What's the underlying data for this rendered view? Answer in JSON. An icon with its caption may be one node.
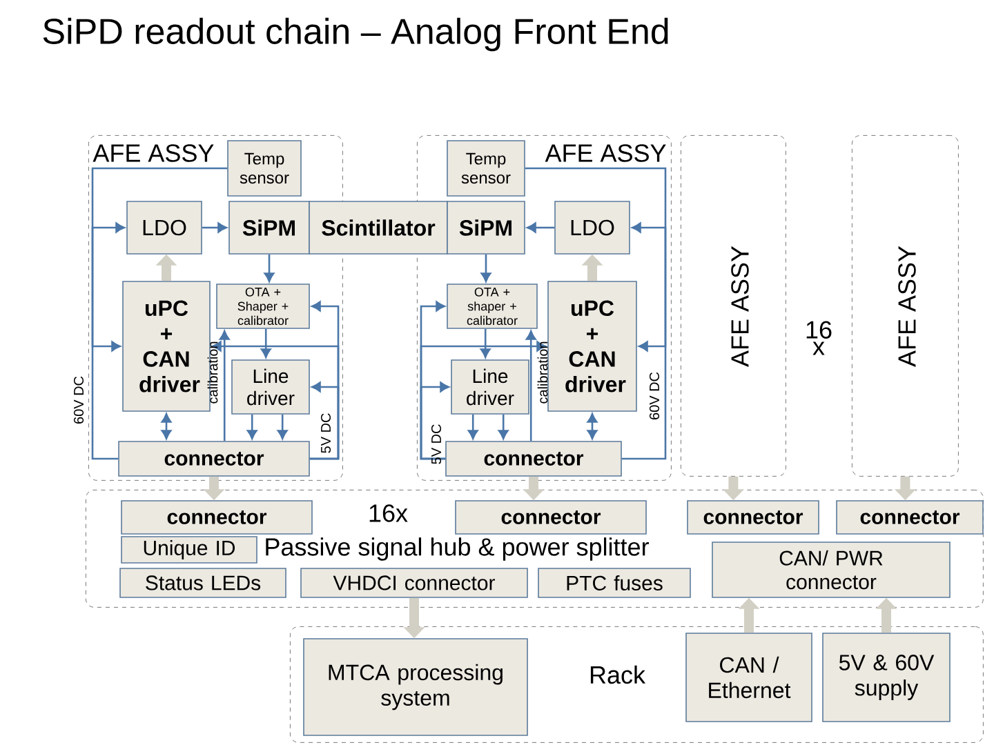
{
  "diagram": {
    "title": "SiPD readout chain – Analog Front End",
    "nodes": [
      {
        "text": [
          "AFE ASSY"
        ]
      },
      {
        "text": [
          "Temp sensor"
        ],
        "in": 0
      },
      {
        "text": [
          "LDO"
        ],
        "in": 0
      },
      {
        "text": [
          "SiPM"
        ],
        "in": 0
      },
      {
        "text": [
          "Scintillator"
        ]
      },
      {
        "text": [
          "SiPM"
        ],
        "in": 11
      },
      {
        "text": [
          "LDO"
        ],
        "in": 11
      },
      {
        "text": [
          "uPC + CAN driver"
        ],
        "in": 0
      },
      {
        "text": [
          "OTA + Shaper + calibrator"
        ],
        "in": 0
      },
      {
        "text": [
          "Line driver"
        ],
        "in": 0
      },
      {
        "text": [
          "connector"
        ],
        "in": 0
      },
      {
        "text": [
          "AFE ASSY"
        ]
      },
      {
        "text": [
          "Temp sensor"
        ],
        "in": 11
      },
      {
        "text": [
          "OTA + shaper + calibrator"
        ],
        "in": 11
      },
      {
        "text": [
          "Line driver"
        ],
        "in": 11
      },
      {
        "text": [
          "uPC + CAN driver"
        ],
        "in": 11
      },
      {
        "text": [
          "connector"
        ],
        "in": 11
      },
      {
        "text": [
          "AFE ASSY"
        ]
      },
      {
        "text": [
          "AFE ASSY"
        ]
      },
      {
        "text": [
          "Passive signal hub & power splitter"
        ]
      },
      {
        "text": [
          "connector"
        ],
        "in": 19
      },
      {
        "text": [
          "connector"
        ],
        "in": 19
      },
      {
        "text": [
          "connector"
        ],
        "in": 19
      },
      {
        "text": [
          "connector"
        ],
        "in": 19
      },
      {
        "text": [
          "Unique ID"
        ],
        "in": 19
      },
      {
        "text": [
          "Status LEDs"
        ],
        "in": 19
      },
      {
        "text": [
          "VHDCI connector"
        ],
        "in": 19
      },
      {
        "text": [
          "PTC fuses"
        ],
        "in": 19
      },
      {
        "text": [
          "CAN/ PWR connector"
        ],
        "in": 19
      },
      {
        "text": [
          "Rack"
        ]
      },
      {
        "text": [
          "MTCA processing system"
        ],
        "in": 29
      },
      {
        "text": [
          "CAN / Ethernet"
        ],
        "in": 29
      },
      {
        "text": [
          "5V & 60V supply"
        ],
        "in": 29
      }
    ],
    "edges": [
      {
        "from": 2,
        "to": 3,
        "arrow": "to"
      },
      {
        "from": 7,
        "to": 2,
        "arrow": "to",
        "style": "thick",
        "color": "#d2cfc4"
      },
      {
        "from": 3,
        "to": 8,
        "arrow": "to"
      },
      {
        "from": 8,
        "to": 9,
        "arrow": "to"
      },
      {
        "from": 9,
        "to": 10,
        "arrow": "to"
      },
      {
        "from": 9,
        "to": 10,
        "arrow": "to"
      },
      {
        "from": 7,
        "to": 10,
        "arrow": "both"
      },
      {
        "from": 10,
        "to": 8,
        "arrow": "to"
      },
      {
        "from": 10,
        "to": 8,
        "arrow": "to"
      },
      {
        "from": 10,
        "to": 9,
        "arrow": "to"
      },
      {
        "from": 10,
        "to": 7,
        "arrow": "to"
      },
      {
        "from": 10,
        "to": 2,
        "arrow": "to"
      },
      {
        "from": 1,
        "to": 7,
        "arrow": "to"
      },
      {
        "from": 6,
        "to": 5,
        "arrow": "to"
      },
      {
        "from": 15,
        "to": 6,
        "arrow": "to",
        "style": "thick",
        "color": "#d2cfc4"
      },
      {
        "from": 5,
        "to": 13,
        "arrow": "to"
      },
      {
        "from": 13,
        "to": 14,
        "arrow": "to"
      },
      {
        "from": 14,
        "to": 16,
        "arrow": "to"
      },
      {
        "from": 14,
        "to": 16,
        "arrow": "to"
      },
      {
        "from": 15,
        "to": 16,
        "arrow": "both"
      },
      {
        "from": 16,
        "to": 13,
        "arrow": "to"
      },
      {
        "from": 16,
        "to": 13,
        "arrow": "to"
      },
      {
        "from": 16,
        "to": 14,
        "arrow": "to"
      },
      {
        "from": 16,
        "to": 15,
        "arrow": "to"
      },
      {
        "from": 16,
        "to": 6,
        "arrow": "to"
      },
      {
        "from": 12,
        "to": 15,
        "arrow": "to"
      },
      {
        "from": 10,
        "to": 20,
        "arrow": "to",
        "style": "thick",
        "color": "#d2cfc4"
      },
      {
        "from": 16,
        "to": 21,
        "arrow": "to",
        "style": "thick",
        "color": "#d2cfc4"
      },
      {
        "from": 17,
        "to": 22,
        "arrow": "to",
        "style": "thick",
        "color": "#d2cfc4"
      },
      {
        "from": 18,
        "to": 23,
        "arrow": "to",
        "style": "thick",
        "color": "#d2cfc4"
      },
      {
        "from": 26,
        "to": 30,
        "arrow": "to",
        "style": "thick",
        "color": "#d2cfc4"
      },
      {
        "from": 31,
        "to": 28,
        "arrow": "to",
        "style": "thick",
        "color": "#d2cfc4"
      },
      {
        "from": 32,
        "to": 28,
        "arrow": "to",
        "style": "thick",
        "color": "#d2cfc4"
      }
    ],
    "labels": [
      "60V DC",
      "calibration",
      "5V DC",
      "5V DC",
      "calibration",
      "60V DC",
      "16 x",
      "16x"
    ]
  }
}
